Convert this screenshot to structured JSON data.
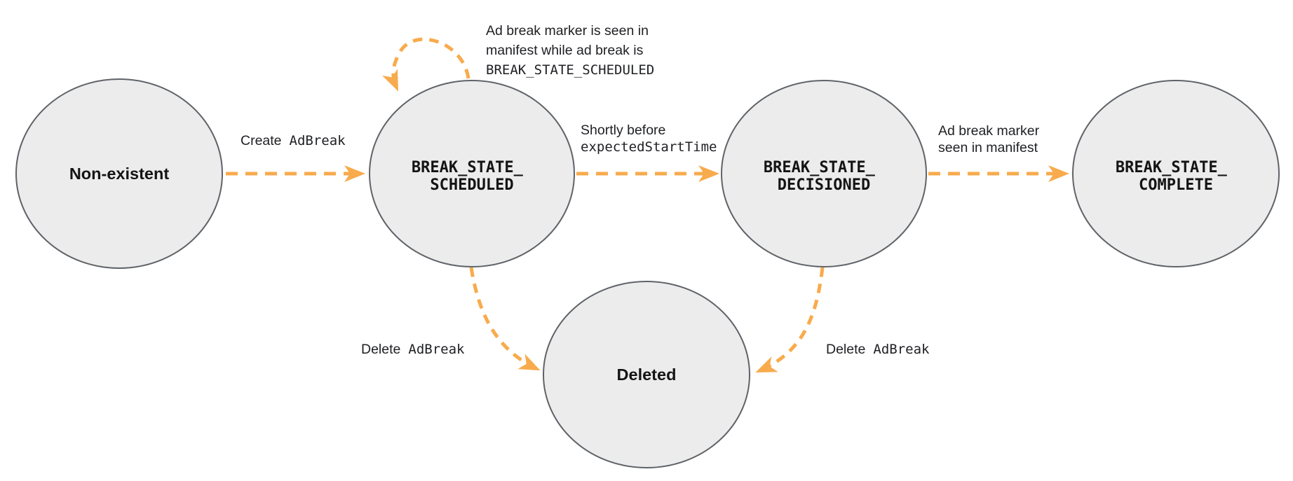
{
  "colors": {
    "arrow": "#F8AB4C",
    "node_fill": "#ECECEC",
    "node_stroke": "#5F6368",
    "text": "#202124",
    "state_text": "#141414"
  },
  "states": {
    "non_existent": {
      "label": "Non-existent"
    },
    "scheduled": {
      "line1": "BREAK_STATE_",
      "line2": "SCHEDULED"
    },
    "decisioned": {
      "line1": "BREAK_STATE_",
      "line2": "DECISIONED"
    },
    "complete": {
      "line1": "BREAK_STATE_",
      "line2": "COMPLETE"
    },
    "deleted": {
      "label": "Deleted"
    }
  },
  "transitions": {
    "create": {
      "plain": "Create",
      "code": "AdBreak"
    },
    "self_loop": {
      "line1": "Ad break marker is seen in",
      "line2": "manifest while ad break is",
      "line3": "BREAK_STATE_SCHEDULED"
    },
    "shortly_before": {
      "plain": "Shortly before",
      "code": "expectedStartTime"
    },
    "marker_seen": {
      "line1": "Ad break marker",
      "line2": "seen in manifest"
    },
    "delete_left": {
      "plain": "Delete",
      "code": "AdBreak"
    },
    "delete_right": {
      "plain": "Delete",
      "code": "AdBreak"
    }
  }
}
